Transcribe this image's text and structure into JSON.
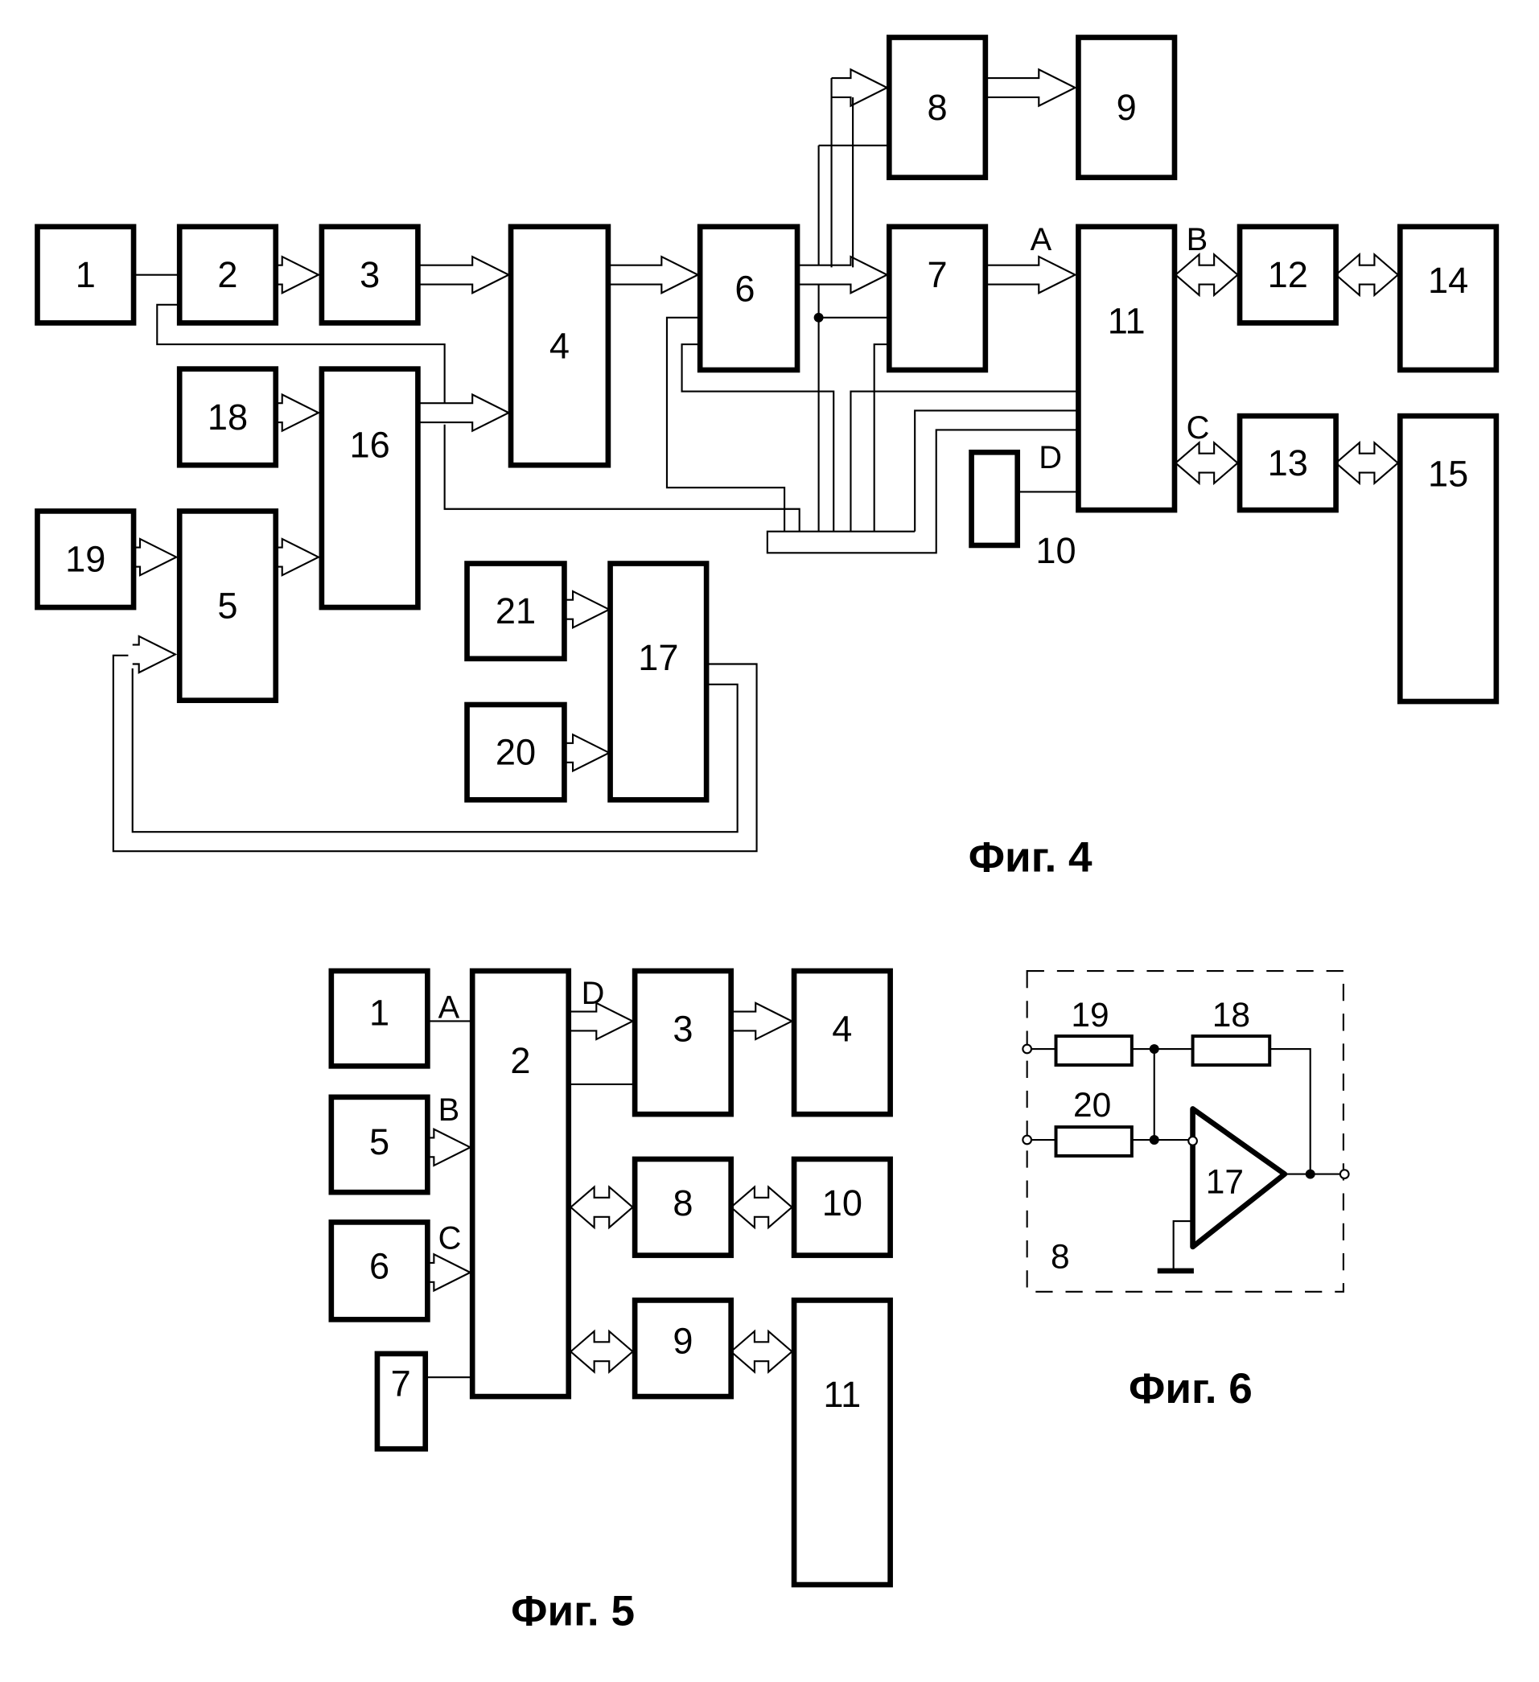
{
  "figures": {
    "fig4": {
      "caption": "Фиг. 4",
      "blocks": [
        "1",
        "2",
        "3",
        "4",
        "5",
        "6",
        "7",
        "8",
        "9",
        "10",
        "11",
        "12",
        "13",
        "14",
        "15",
        "16",
        "17",
        "18",
        "19",
        "20",
        "21"
      ],
      "signal_labels": {
        "A": "A",
        "B": "B",
        "C": "C",
        "D": "D"
      }
    },
    "fig5": {
      "caption": "Фиг. 5",
      "blocks": [
        "1",
        "2",
        "3",
        "4",
        "5",
        "6",
        "7",
        "8",
        "9",
        "10",
        "11"
      ],
      "signal_labels": {
        "A": "A",
        "B": "B",
        "C": "C",
        "D": "D"
      }
    },
    "fig6": {
      "caption": "Фиг. 6",
      "resistors": {
        "r19": "19",
        "r18": "18",
        "r20": "20"
      },
      "opamp": "17",
      "enclosure": "8"
    }
  }
}
